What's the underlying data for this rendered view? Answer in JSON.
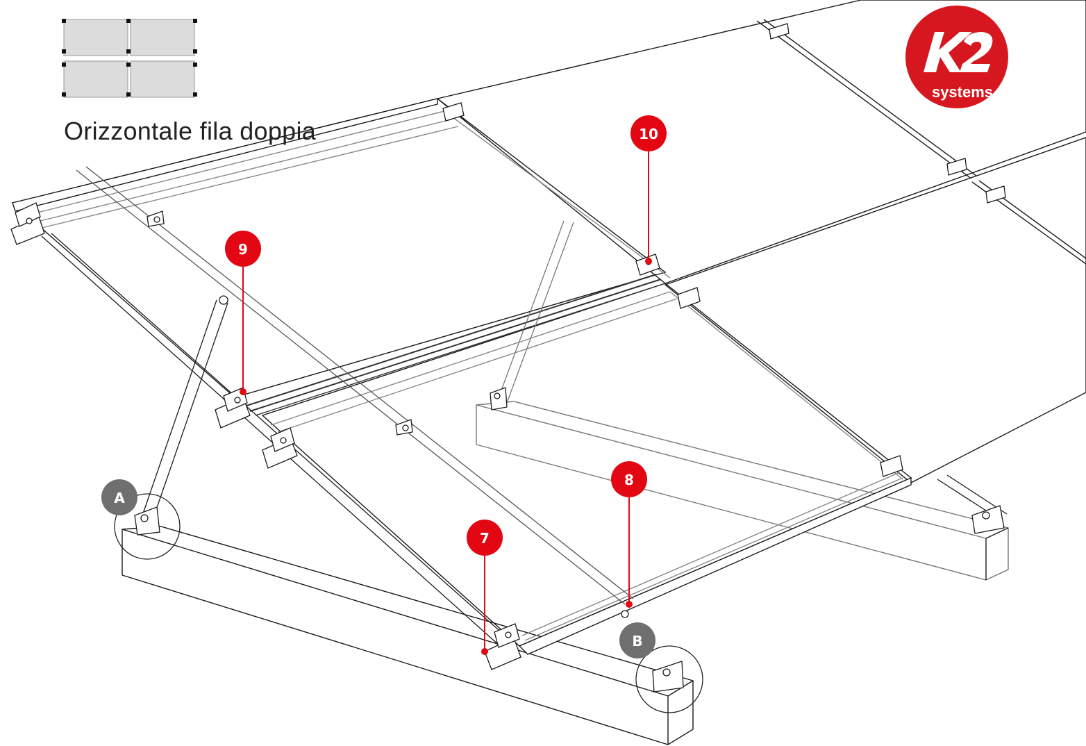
{
  "title": "Orizzontale fila doppia",
  "logo": {
    "brand": "K2",
    "subtitle": "systems",
    "color": "#d7171f"
  },
  "callouts": {
    "c7": "7",
    "c8": "8",
    "c9": "9",
    "c10": "10",
    "cA": "A",
    "cB": "B"
  },
  "colors": {
    "callout_red": "#e30613",
    "callout_grey": "#6f6f6f",
    "panel_fill": "#dcdcdc",
    "line": "#1a1a1a"
  }
}
